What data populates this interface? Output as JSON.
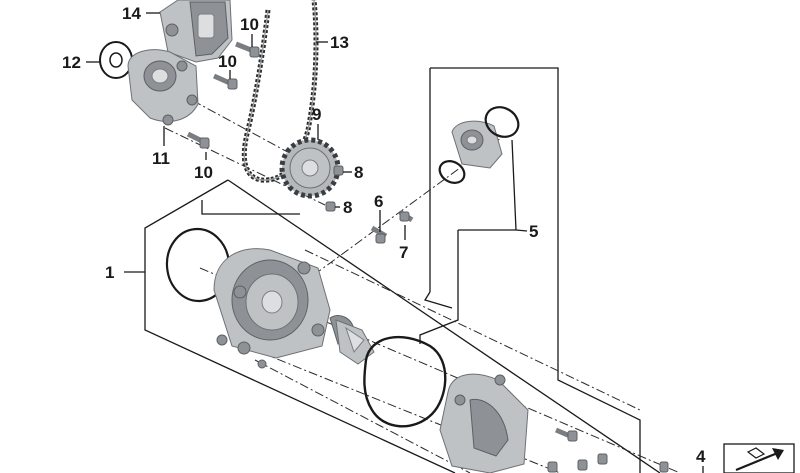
{
  "callouts": {
    "c1": "1",
    "c4": "4",
    "c5": "5",
    "c6": "6",
    "c7": "7",
    "c8a": "8",
    "c8b": "8",
    "c9": "9",
    "c10a": "10",
    "c10b": "10",
    "c10c": "10",
    "c11": "11",
    "c12": "12",
    "c13": "13",
    "c14": "14"
  },
  "icons": {
    "corner_symbol": "part-group-symbol-icon"
  }
}
